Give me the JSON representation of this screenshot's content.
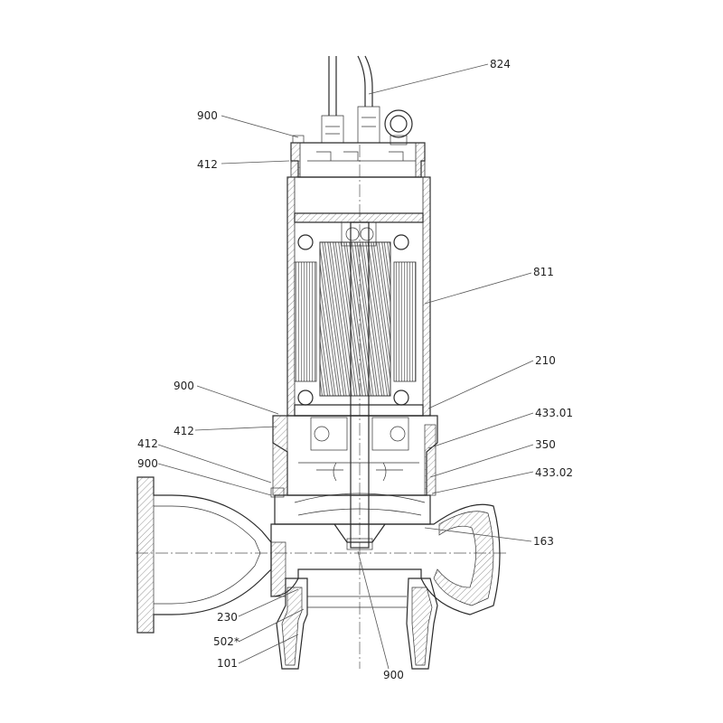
{
  "callouts": [
    {
      "id": "824-top",
      "text": "824"
    },
    {
      "id": "900-top",
      "text": "900"
    },
    {
      "id": "412-top",
      "text": "412"
    },
    {
      "id": "811",
      "text": "811"
    },
    {
      "id": "900-mid",
      "text": "900"
    },
    {
      "id": "210",
      "text": "210"
    },
    {
      "id": "412-mid",
      "text": "412"
    },
    {
      "id": "433-01",
      "text": "433.01"
    },
    {
      "id": "412-low",
      "text": "412"
    },
    {
      "id": "350",
      "text": "350"
    },
    {
      "id": "900-low",
      "text": "900"
    },
    {
      "id": "433-02",
      "text": "433.02"
    },
    {
      "id": "163",
      "text": "163"
    },
    {
      "id": "230",
      "text": "230"
    },
    {
      "id": "502",
      "text": "502*"
    },
    {
      "id": "101",
      "text": "101"
    },
    {
      "id": "900-bottom",
      "text": "900"
    }
  ]
}
